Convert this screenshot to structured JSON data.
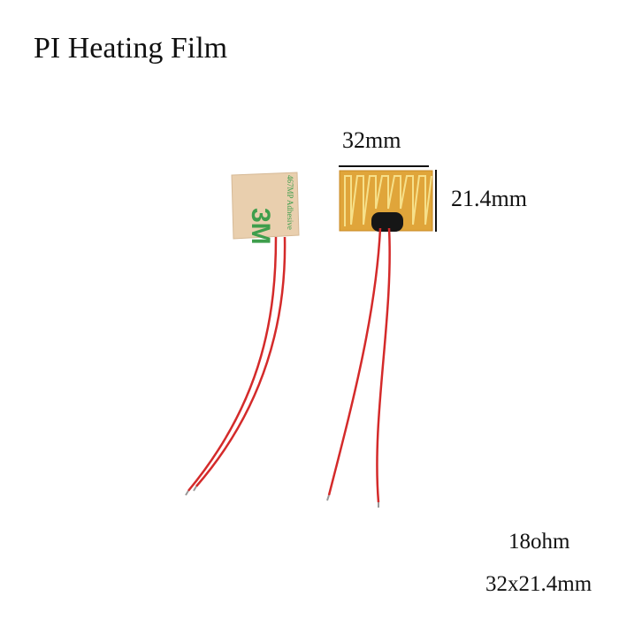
{
  "title": "PI Heating Film",
  "dimensions": {
    "width_label": "32mm",
    "height_label": "21.4mm"
  },
  "specs": {
    "resistance": "18ohm",
    "size": "32x21.4mm"
  },
  "backing_print": {
    "logo": "3M",
    "adhesive_text": "467MP Adhesive"
  },
  "colors": {
    "film": "#e0a53a",
    "trace": "#f6e08a",
    "backing": "#e9cfae",
    "logo_green": "#3e9e4c",
    "wire": "#d42a2a",
    "sensor": "#161616"
  }
}
